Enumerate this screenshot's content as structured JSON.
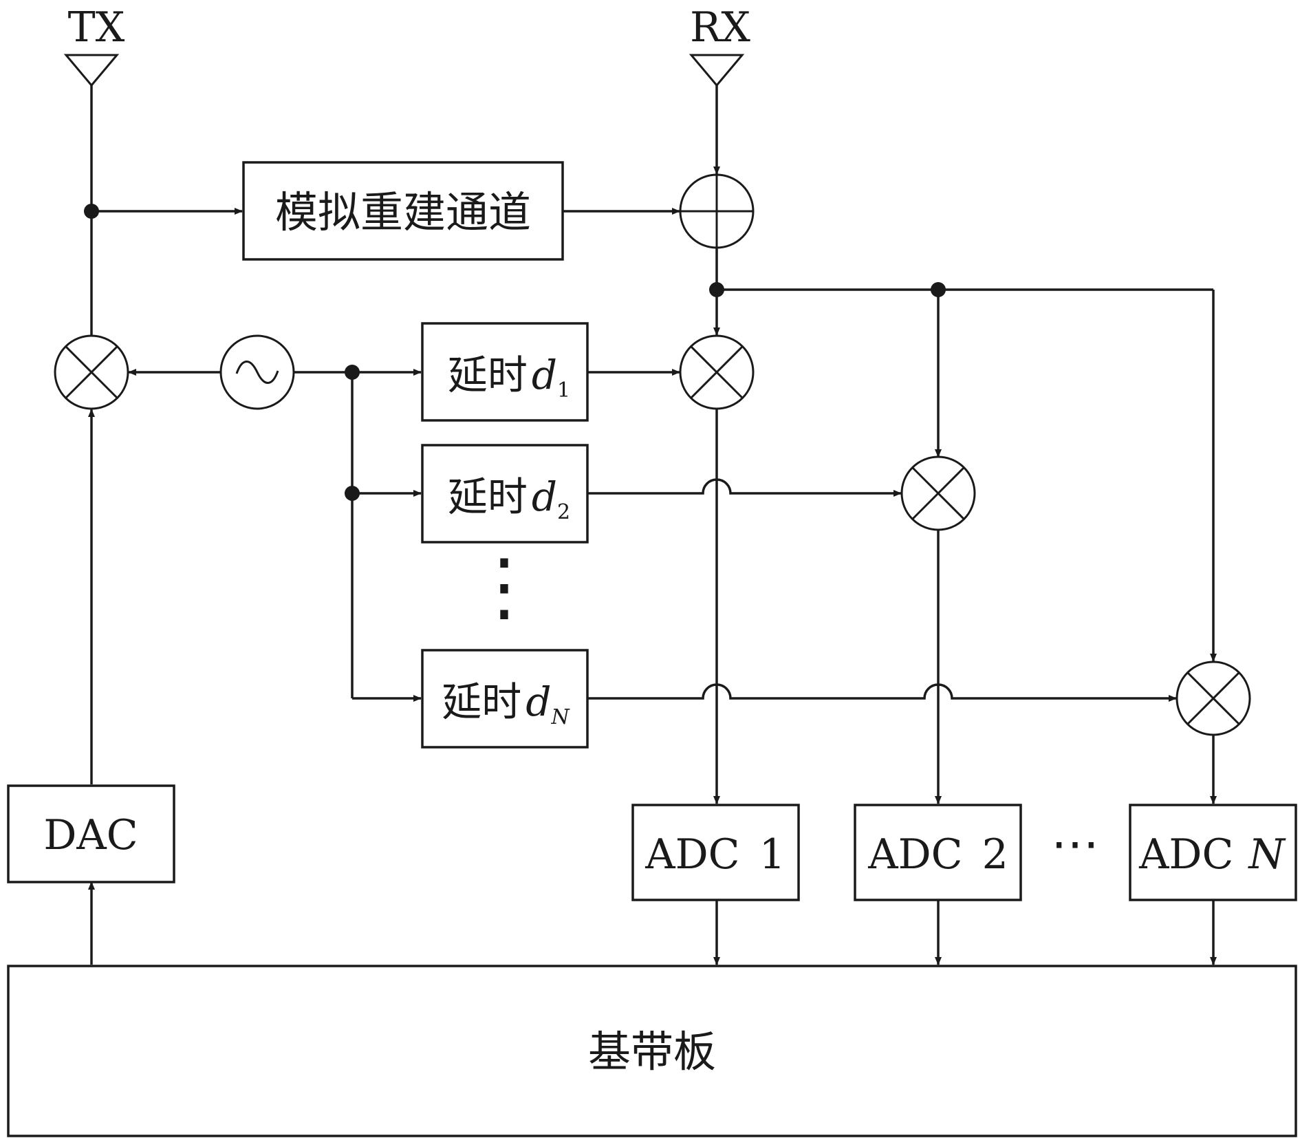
{
  "antennas": {
    "tx": "TX",
    "rx": "RX"
  },
  "blocks": {
    "analog_reconstruction": "模拟重建通道",
    "dac": "DAC",
    "baseband": "基带板",
    "delay_prefix": "延时",
    "delays": [
      {
        "var": "d",
        "sub": "1"
      },
      {
        "var": "d",
        "sub": "2"
      },
      {
        "var": "d",
        "sub": "N"
      }
    ],
    "adcs": [
      {
        "prefix": "ADC",
        "index": "1",
        "italic": false
      },
      {
        "prefix": "ADC",
        "index": "2",
        "italic": false
      },
      {
        "prefix": "ADC",
        "index": "N",
        "italic": true
      }
    ]
  },
  "ellipsis": {
    "horizontal": "⋯",
    "vertical": "⋮"
  },
  "icons": {
    "adder": "plus-circle-icon",
    "mixer": "multiply-circle-icon",
    "oscillator": "sine-wave-icon",
    "antenna": "triangle-antenna-icon"
  }
}
